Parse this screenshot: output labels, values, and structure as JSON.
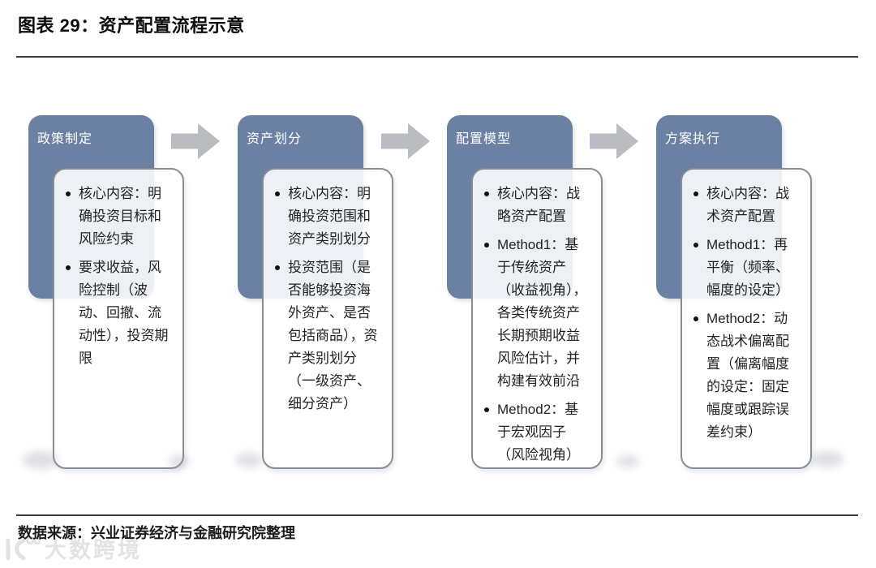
{
  "figure": {
    "title": "图表 29：资产配置流程示意",
    "source": "数据来源：兴业证券经济与金融研究院整理"
  },
  "watermark": {
    "brand": "大数跨境"
  },
  "colors": {
    "header_bg": "#6b80a3",
    "header_text": "#ffffff",
    "arrow": "#b9bcc0",
    "box_border": "#868d95",
    "body_text": "#1f2124",
    "rule": "#3c3c3c"
  },
  "flow": {
    "steps": [
      {
        "header": "政策制定",
        "bullets": [
          "核心内容：明确投资目标和风险约束",
          "要求收益，风险控制（波动、回撤、流动性），投资期限"
        ]
      },
      {
        "header": "资产划分",
        "bullets": [
          "核心内容：明确投资范围和资产类别划分",
          "投资范围（是否能够投资海外资产、是否包括商品），资产类别划分（一级资产、细分资产）"
        ]
      },
      {
        "header": "配置模型",
        "bullets": [
          "核心内容：战略资产配置",
          "Method1：基于传统资产（收益视角），各类传统资产长期预期收益风险估计，并构建有效前沿",
          "Method2：基于宏观因子（风险视角）"
        ]
      },
      {
        "header": "方案执行",
        "bullets": [
          "核心内容：战术资产配置",
          "Method1：再平衡（频率、幅度的设定）",
          "Method2：动态战术偏离配置（偏离幅度的设定：固定幅度或跟踪误差约束）"
        ]
      }
    ]
  }
}
